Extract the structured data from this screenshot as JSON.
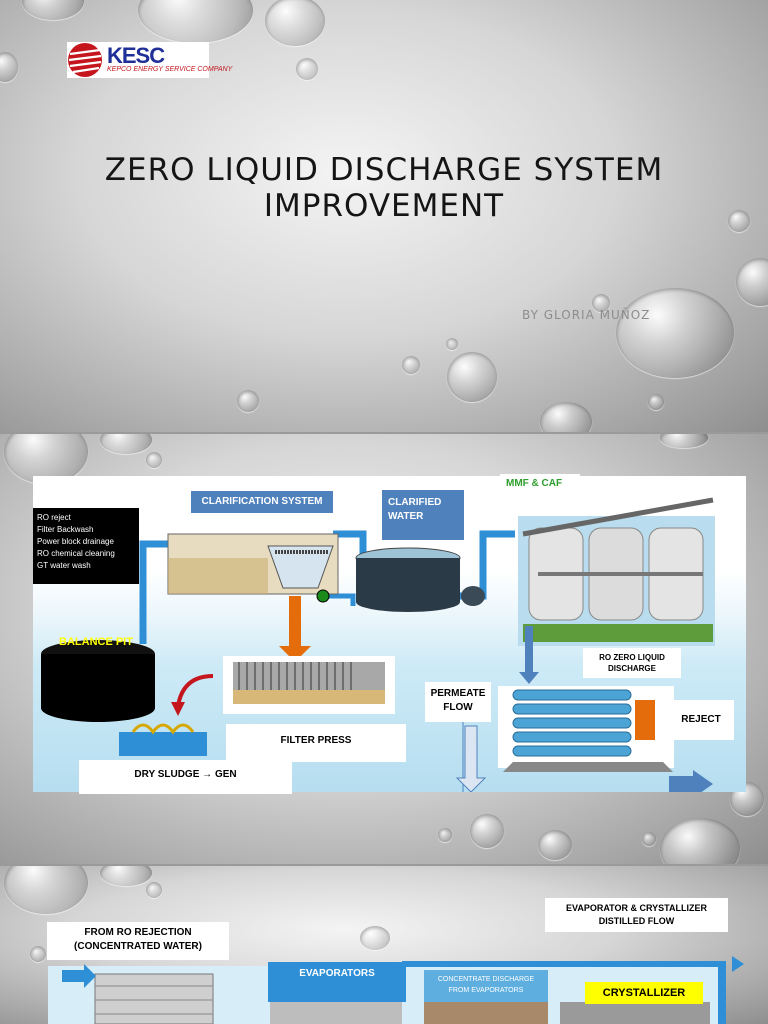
{
  "slide1": {
    "logo": {
      "brand": "KESC",
      "subtitle": "KEPCO ENERGY SERVICE COMPANY"
    },
    "title_line1": "ZERO LIQUID DISCHARGE SYSTEM",
    "title_line2": "IMPROVEMENT",
    "byline": "BY GLORIA MUÑOZ"
  },
  "slide2": {
    "sources": [
      "RO reject",
      "Filter Backwash",
      "Power block drainage",
      "RO chemical cleaning",
      "GT water wash"
    ],
    "balance_pit": "BALANCE PIT",
    "clarification": "CLARIFICATION SYSTEM",
    "clarified_water_1": "CLARIFIED",
    "clarified_water_2": "WATER",
    "mmf": "MMF & CAF",
    "ro_zld_1": "RO ZERO LIQUID",
    "ro_zld_2": "DISCHARGE",
    "permeate_1": "PERMEATE",
    "permeate_2": "FLOW",
    "reject": "REJECT",
    "filter_press": "FILTER PRESS",
    "dry_sludge": "DRY SLUDGE → GEN"
  },
  "slide3": {
    "from_ro_1": "FROM RO REJECTION",
    "from_ro_2": "(CONCENTRATED WATER)",
    "evap_cryst_1": "EVAPORATOR & CRYSTALLIZER",
    "evap_cryst_2": "DISTILLED FLOW",
    "evaporators": "EVAPORATORS",
    "concentrate_1": "CONCENTRATE DISCHARGE",
    "concentrate_2": "FROM EVAPORATORS",
    "crystallizer": "CRYSTALLIZER"
  },
  "colors": {
    "accent_blue": "#4f81bd",
    "pipe_blue": "#2e8fd6",
    "arrow_orange": "#e46c0a",
    "highlight_yellow": "#ffff00",
    "logo_red": "#c4161c",
    "logo_navy": "#1e2f97"
  }
}
